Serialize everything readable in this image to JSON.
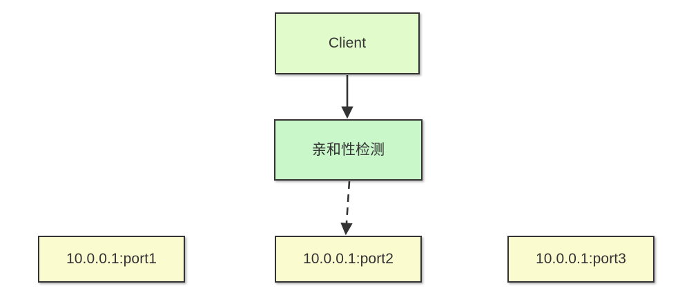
{
  "diagram": {
    "title": "affinity-routing-flowchart",
    "background_color": "#ffffff",
    "border_color": "#333333",
    "text_color": "#333333",
    "nodes": [
      {
        "id": "client",
        "label": "Client",
        "fill": "#e2fbcb",
        "shape": "rectangle"
      },
      {
        "id": "affinity",
        "label": "亲和性检测",
        "fill": "#c9f7c9",
        "shape": "rectangle"
      },
      {
        "id": "port1",
        "label": "10.0.0.1:port1",
        "fill": "#fbfbd0",
        "shape": "rectangle"
      },
      {
        "id": "port2",
        "label": "10.0.0.1:port2",
        "fill": "#fbfbd0",
        "shape": "rectangle"
      },
      {
        "id": "port3",
        "label": "10.0.0.1:port3",
        "fill": "#fbfbd0",
        "shape": "rectangle"
      }
    ],
    "edges": [
      {
        "id": "client-to-affinity",
        "from": "client",
        "to": "affinity",
        "style": "solid",
        "arrowhead": "filled-triangle",
        "label": ""
      },
      {
        "id": "affinity-to-port2",
        "from": "affinity",
        "to": "port2",
        "style": "dashed",
        "arrowhead": "filled-triangle",
        "label": ""
      }
    ]
  }
}
